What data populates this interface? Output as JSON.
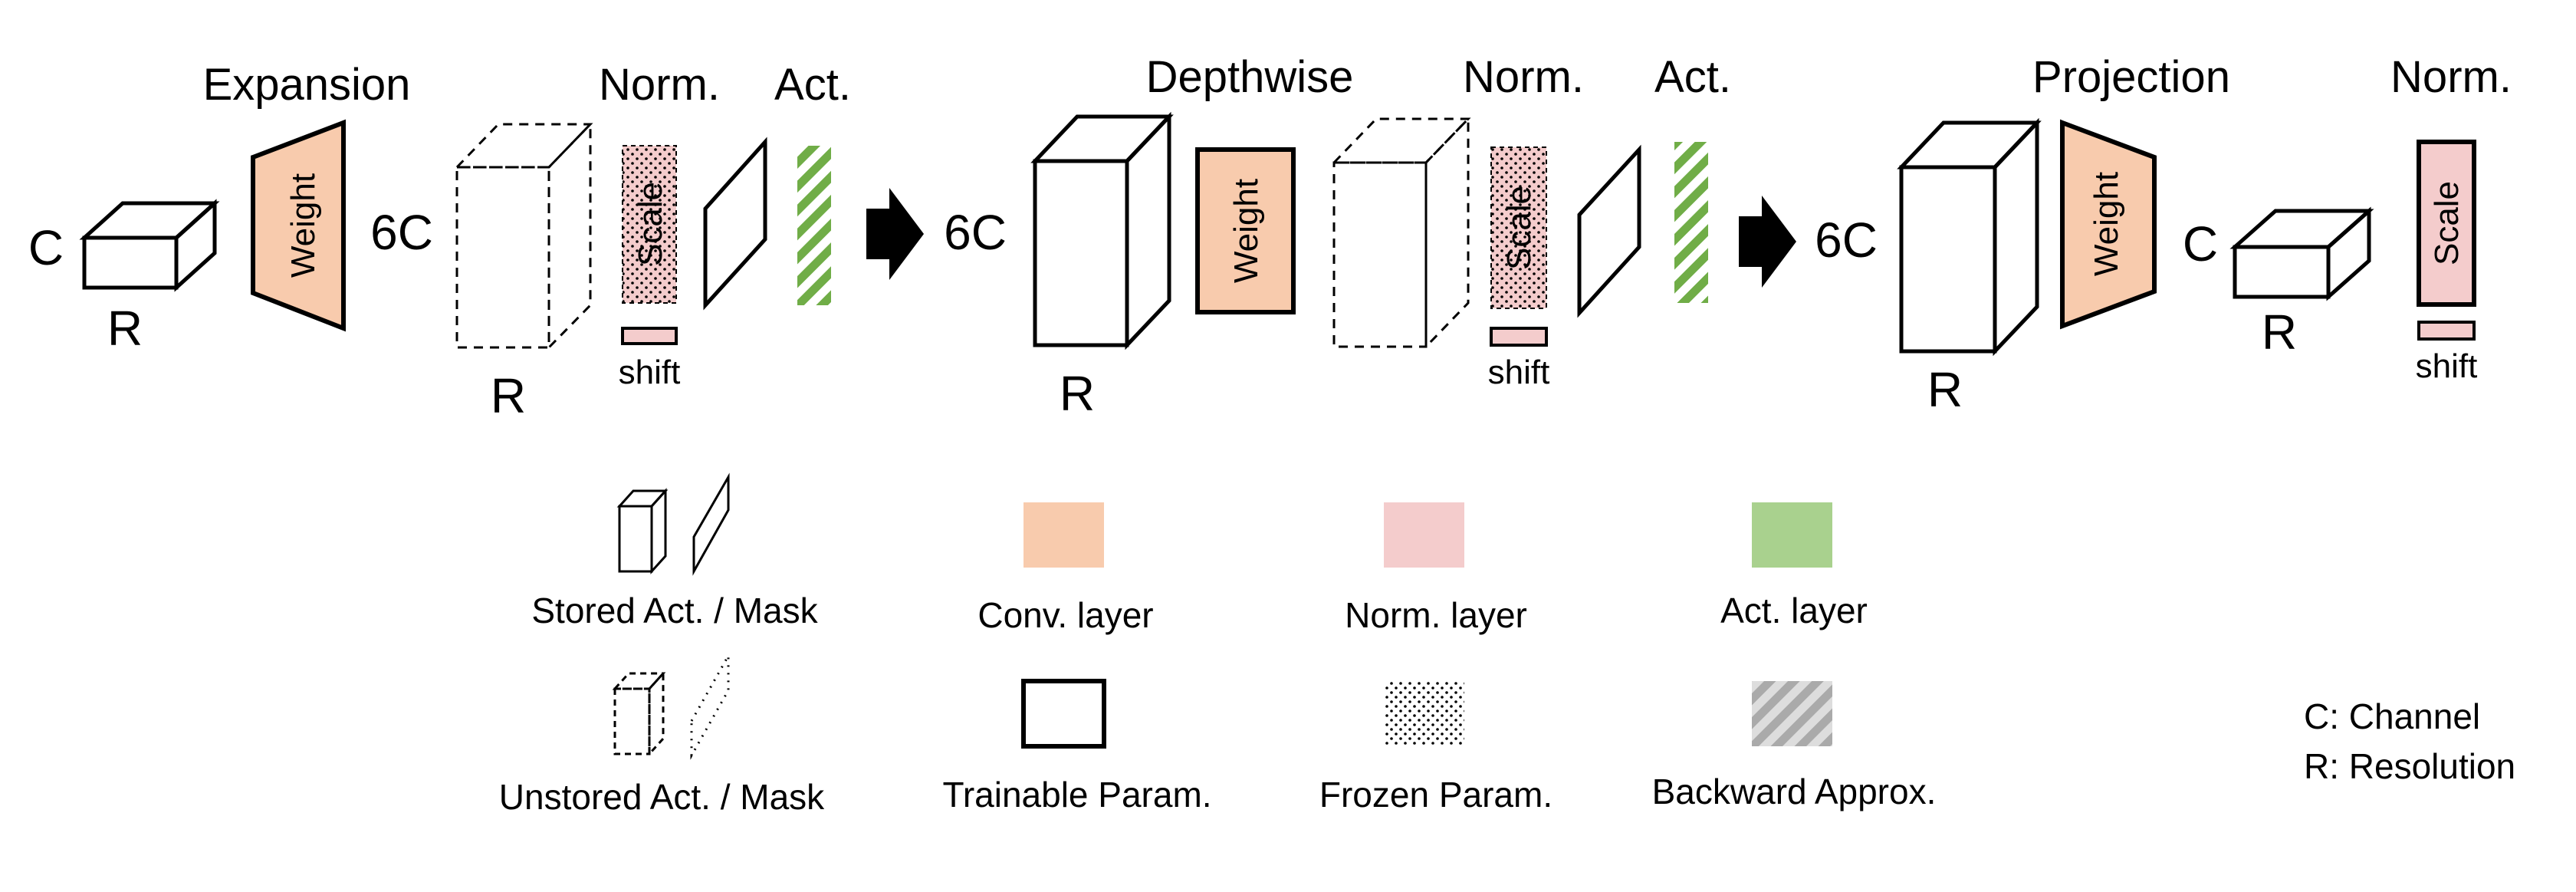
{
  "colors": {
    "conv": "#f8cbad",
    "norm": "#f4cccc",
    "act": "#70ad47",
    "act_light": "#a9d18e",
    "approx": "#aaaaaa",
    "line": "#000000"
  },
  "stage1": {
    "expansion_title": "Expansion",
    "norm_title": "Norm.",
    "act_title": "Act.",
    "input_channel": "C",
    "input_res": "R",
    "weight": "Weight",
    "expanded_channel": "6C",
    "expanded_res": "R",
    "scale": "Scale",
    "shift": "shift"
  },
  "stage2": {
    "depthwise_title": "Depthwise",
    "norm_title": "Norm.",
    "act_title": "Act.",
    "channel": "6C",
    "res": "R",
    "weight": "Weight",
    "scale": "Scale",
    "shift": "shift"
  },
  "stage3": {
    "projection_title": "Projection",
    "norm_title": "Norm.",
    "channel": "6C",
    "res": "R",
    "weight": "Weight",
    "output_channel": "C",
    "output_res": "R",
    "scale": "Scale",
    "shift": "shift"
  },
  "legend": {
    "stored": "Stored Act. / Mask",
    "unstored": "Unstored Act. / Mask",
    "conv": "Conv. layer",
    "trainable": "Trainable Param.",
    "norm": "Norm. layer",
    "frozen": "Frozen Param.",
    "act": "Act. layer",
    "approx": "Backward Approx.",
    "key_c": "C: Channel",
    "key_r": "R: Resolution"
  }
}
